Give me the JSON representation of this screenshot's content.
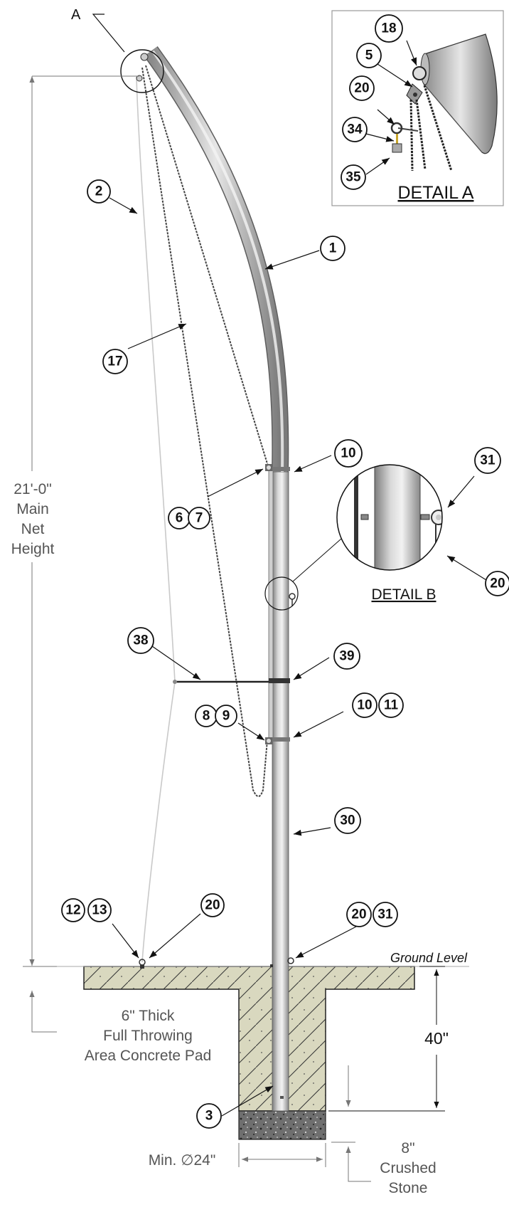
{
  "callouts": {
    "c1": "1",
    "c2": "2",
    "c3": "3",
    "c5": "5",
    "c6": "6",
    "c7": "7",
    "c8": "8",
    "c9": "9",
    "c10a": "10",
    "c10b": "10",
    "c11": "11",
    "c12": "12",
    "c13": "13",
    "c17": "17",
    "c18": "18",
    "c20a": "20",
    "c20b": "20",
    "c20c": "20",
    "c20d": "20",
    "c30": "30",
    "c31a": "31",
    "c31b": "31",
    "c34": "34",
    "c35": "35",
    "c38": "38",
    "c39": "39"
  },
  "detail_a": {
    "marker": "A",
    "title": "DETAIL A"
  },
  "detail_b": {
    "title": "DETAIL B"
  },
  "height_dim": {
    "line1": "21'-0\"",
    "line2": "Main",
    "line3": "Net",
    "line4": "Height"
  },
  "ground_level": "Ground Level",
  "pad": {
    "line1": "6\" Thick",
    "line2": "Full Throwing",
    "line3": "Area Concrete Pad"
  },
  "depth": "40\"",
  "diameter": "Min. ∅24\"",
  "stone": {
    "line1": "8\"",
    "line2": "Crushed",
    "line3": "Stone"
  }
}
